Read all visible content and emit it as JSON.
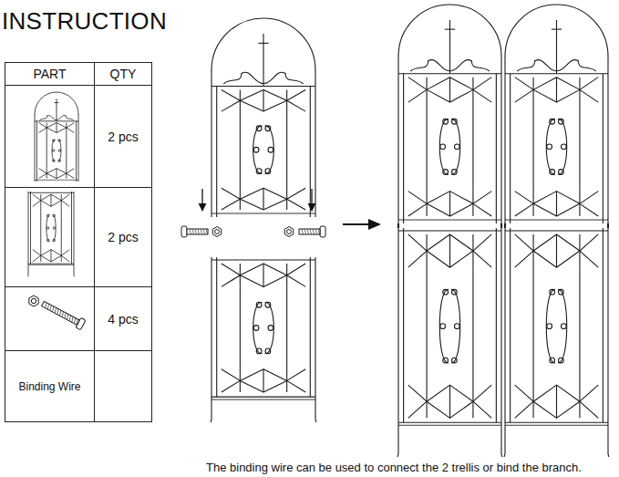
{
  "diagram": {
    "title": "INSTRUCTION",
    "caption": "The binding wire can be used to connect the 2 trellis or bind the branch.",
    "nodes": [
      {
        "text": [
          "PART"
        ]
      },
      {
        "text": [
          "QTY"
        ]
      },
      {
        "text": [
          "2 pcs"
        ]
      },
      {
        "text": [
          "2 pcs"
        ]
      },
      {
        "text": [
          "4 pcs"
        ]
      },
      {
        "text": [
          "Binding Wire"
        ]
      }
    ]
  }
}
